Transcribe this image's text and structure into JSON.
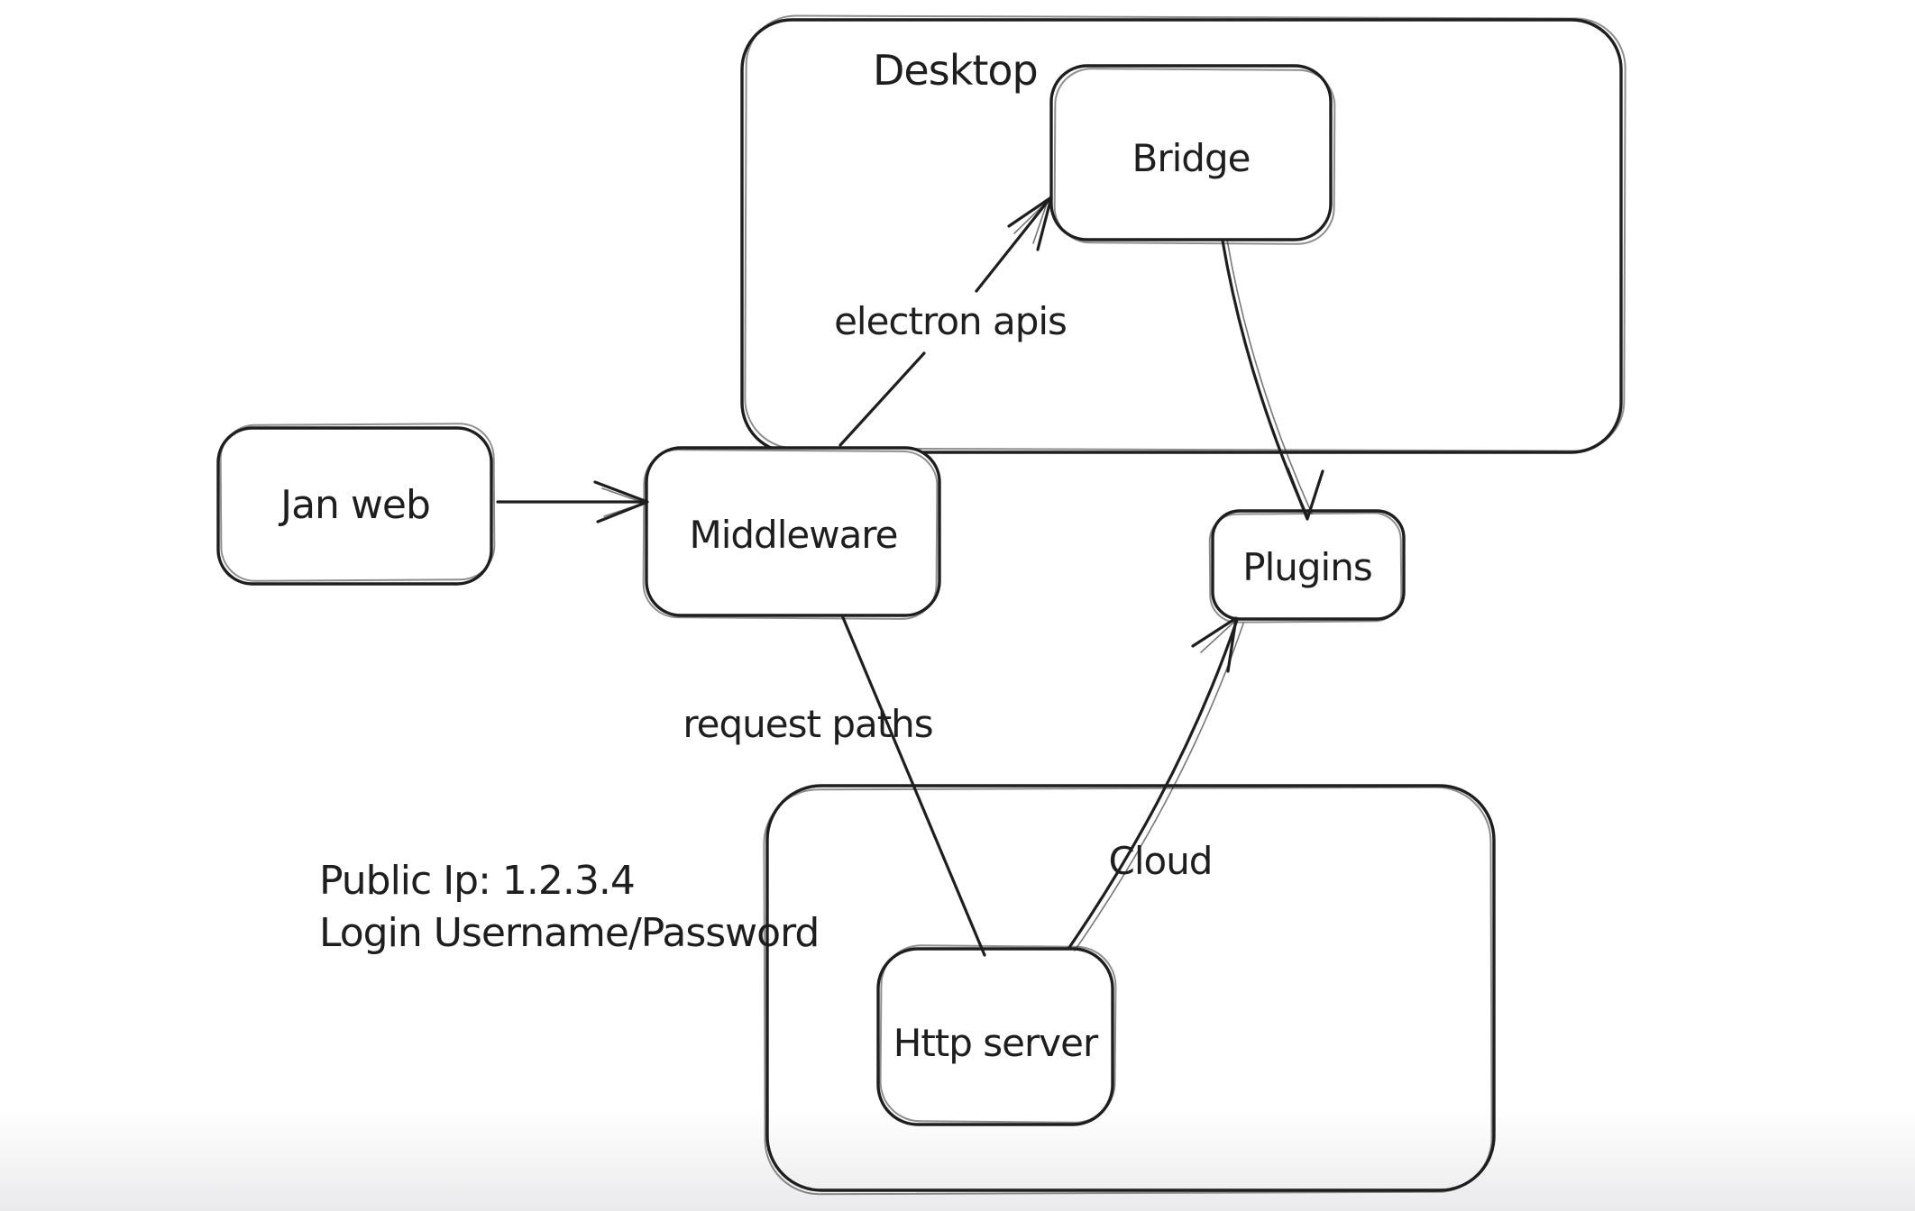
{
  "canvas": {
    "background": "#ffffff",
    "stroke": "#1e1e1e",
    "fade": "#e9e9eb"
  },
  "containers": {
    "desktop": {
      "label": "Desktop"
    },
    "cloud": {
      "label": "Cloud"
    }
  },
  "nodes": {
    "jan_web": {
      "label": "Jan web"
    },
    "middleware": {
      "label": "Middleware"
    },
    "bridge": {
      "label": "Bridge"
    },
    "plugins": {
      "label": "Plugins"
    },
    "http_server": {
      "label": "Http server"
    }
  },
  "edges": {
    "jan_web_to_middleware": {
      "from": "Jan web",
      "to": "Middleware",
      "label": ""
    },
    "middleware_to_bridge": {
      "from": "Middleware",
      "to": "Bridge",
      "label": "electron apis"
    },
    "bridge_to_plugins": {
      "from": "Bridge",
      "to": "Plugins",
      "label": ""
    },
    "middleware_to_http_server": {
      "from": "Middleware",
      "to": "Http server",
      "label": "request paths"
    },
    "http_server_to_plugins": {
      "from": "Http server",
      "to": "Plugins",
      "label": ""
    }
  },
  "annotations": {
    "credentials": {
      "line1": "Public Ip: 1.2.3.4",
      "line2": "Login Username/Password"
    }
  }
}
